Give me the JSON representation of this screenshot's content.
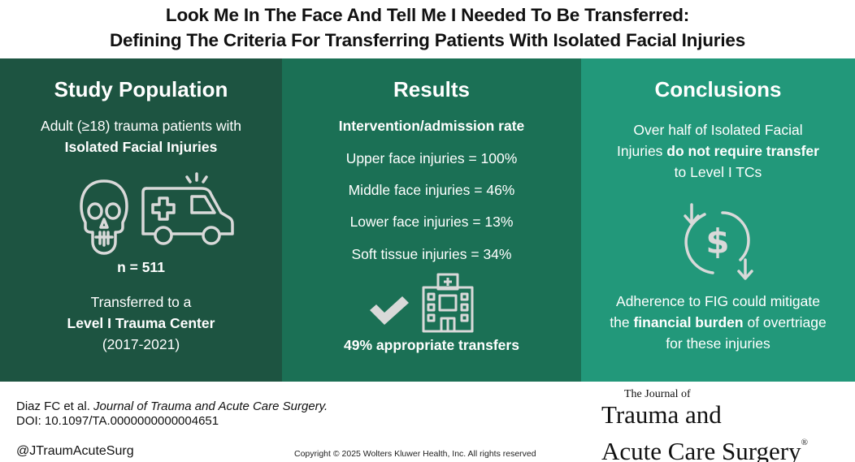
{
  "title": {
    "line1": "Look Me In The Face And Tell Me I Needed To Be Transferred:",
    "line2": "Defining The Criteria For Transferring Patients With Isolated Facial Injuries"
  },
  "study": {
    "heading": "Study Population",
    "desc_line1": "Adult (≥18) trauma patients with",
    "desc_line2": "Isolated Facial Injuries",
    "n": "n = 511",
    "transfer_line1": "Transferred to a",
    "transfer_line2": "Level I Trauma Center",
    "transfer_line3": "(2017-2021)",
    "icons": [
      "skull-icon",
      "ambulance-icon"
    ]
  },
  "results": {
    "heading": "Results",
    "subheading": "Intervention/admission rate",
    "items": [
      "Upper face injuries = 100%",
      "Middle face injuries = 46%",
      "Lower face injuries = 13%",
      "Soft tissue injuries = 34%"
    ],
    "summary": "49% appropriate transfers",
    "icons": [
      "checkmark-icon",
      "hospital-icon"
    ]
  },
  "conclusions": {
    "heading": "Conclusions",
    "c1_line1": "Over half of Isolated Facial",
    "c1_line2a": "Injuries ",
    "c1_line2b": "do not require transfer",
    "c1_line3": "to Level I TCs",
    "c2_line1": "Adherence to FIG could mitigate",
    "c2_line2a": "the ",
    "c2_line2b": "financial burden",
    "c2_line2c": " of overtriage",
    "c2_line3": "for these injuries",
    "icons": [
      "dollar-cycle-icon"
    ]
  },
  "footer": {
    "cite_prefix": "Diaz FC et al. ",
    "cite_journal": "Journal of Trauma and Acute Care Surgery.",
    "doi": "DOI: 10.1097/TA.0000000000004651",
    "handle": "@JTraumAcuteSurg",
    "copyright": "Copyright © 2025  Wolters Kluwer Health, Inc. All rights reserved",
    "journal_line1": "The Journal of",
    "journal_line2": "Trauma and",
    "journal_line3": "Acute Care Surgery",
    "registered": "®"
  },
  "colors": {
    "panel_study": "#1d5441",
    "panel_results": "#1b7055",
    "panel_conclusions": "#22987a",
    "icon_outline": "#d9d9d9"
  }
}
